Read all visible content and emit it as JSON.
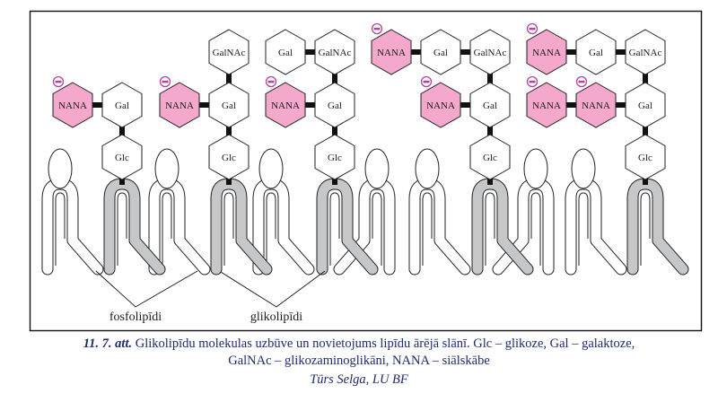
{
  "colors": {
    "nana_fill": "#f4a8cc",
    "sugar_fill": "#ffffff",
    "glycolipid_tail": "#c6c7c9",
    "phospholipid_tail": "#ffffff",
    "bond": "#111111",
    "charge": "#b0479a",
    "caption_text": "#1f2a6b"
  },
  "sugars": {
    "nana": "NANA",
    "gal": "Gal",
    "glc": "Glc",
    "galnac": "GalNAc"
  },
  "glycolipids": [
    {
      "id": "glycolipid-1",
      "chain": [
        [
          "NANA",
          "Gal"
        ],
        [
          "Glc"
        ]
      ]
    },
    {
      "id": "glycolipid-2",
      "chain": [
        [
          "GalNAc"
        ],
        [
          "NANA",
          "Gal"
        ],
        [
          "Glc"
        ]
      ]
    },
    {
      "id": "glycolipid-3",
      "chain": [
        [
          "Gal",
          "GalNAc"
        ],
        [
          "NANA",
          "Gal"
        ],
        [
          "Glc"
        ]
      ]
    },
    {
      "id": "glycolipid-4",
      "chain": [
        [
          "NANA",
          "Gal",
          "GalNAc"
        ],
        [
          "NANA",
          "Gal"
        ],
        [
          "Glc"
        ]
      ]
    },
    {
      "id": "glycolipid-5",
      "chain": [
        [
          "NANA",
          "Gal",
          "GalNAc"
        ],
        [
          "NANA",
          "NANA",
          "Gal"
        ],
        [
          "Glc"
        ]
      ]
    }
  ],
  "charge_symbol": "−",
  "group_labels": {
    "phospholipids": "fosfolipīdi",
    "glycolipids": "glikolipīdi"
  },
  "caption": {
    "lead": "11. 7. att.",
    "line1": " Glikolipīdu molekulas uzbūve un novietojums lipīdu ārējā slānī. Glc – glikoze, Gal – galaktoze,",
    "line2": "GalNAc – glikozaminoglikāni, NANA – siālskābe",
    "credit": "Tūrs Selga, LU BF"
  }
}
